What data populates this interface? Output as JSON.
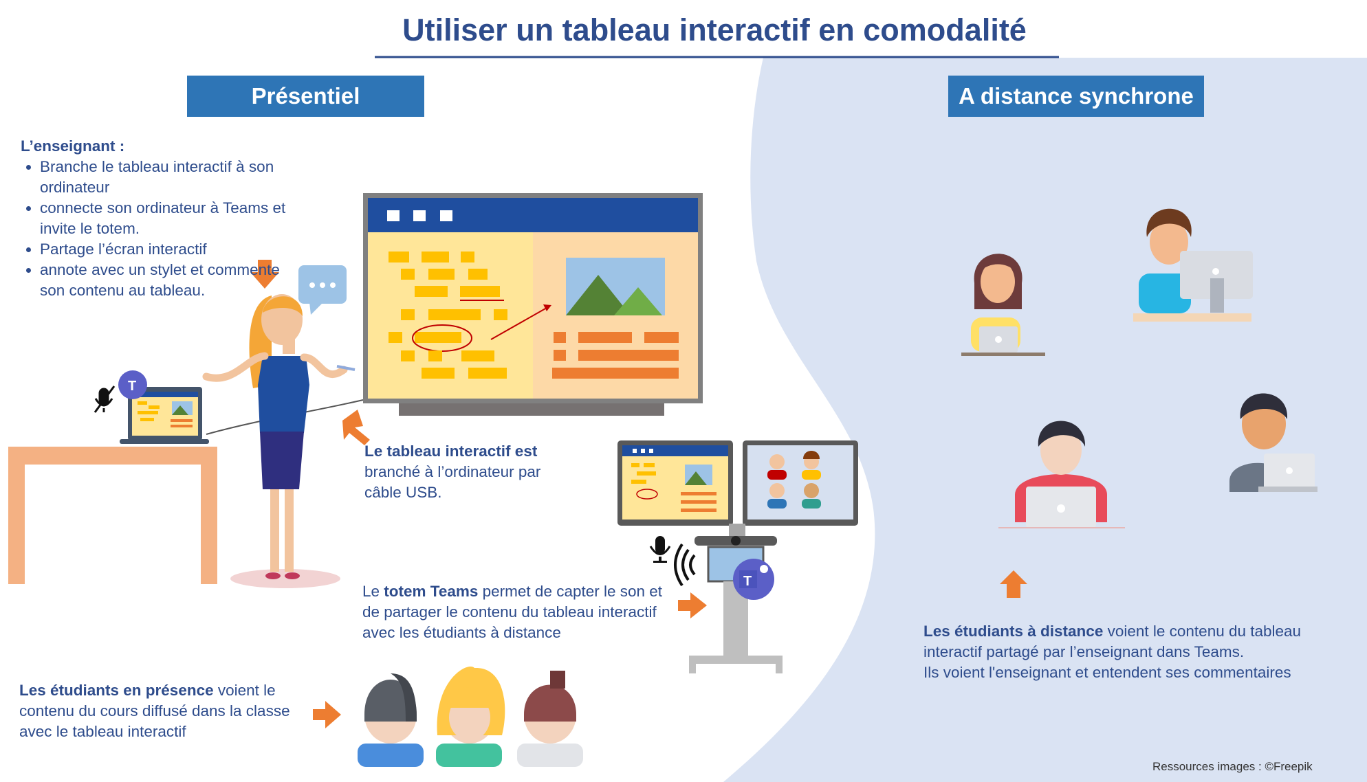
{
  "title": "Utiliser un tableau interactif en comodalité",
  "left_header": "Présentiel",
  "right_header": "A distance synchrone",
  "teacher": {
    "heading": "L’enseignant :",
    "items": [
      "Branche le tableau interactif à son ordinateur",
      "connecte son ordinateur à Teams et invite le totem.",
      "Partage l’écran interactif",
      "annote avec un stylet et commente son contenu au tableau."
    ]
  },
  "board_note": {
    "bold": "Le tableau interactif est",
    "rest": "branché à l’ordinateur par câble USB."
  },
  "totem_note": {
    "pre": "Le ",
    "bold": "totem Teams",
    "rest": " permet de capter le son et de partager le contenu du tableau interactif avec les étudiants à distance"
  },
  "students_present": {
    "bold": "Les étudiants en présence",
    "rest": " voient le contenu du cours diffusé dans la classe avec le tableau interactif"
  },
  "students_remote": {
    "bold": "Les étudiants à distance",
    "rest": " voient le contenu du tableau interactif partagé par l’enseignant dans Teams.",
    "line2": "Ils voient l'enseignant et entendent ses commentaires"
  },
  "credit": "Ressources images : ©Freepik",
  "colors": {
    "navy": "#2E4C8C",
    "blue": "#2E75B6",
    "orange": "#ED7D31",
    "right_bg": "#DAE3F3",
    "board_blue": "#1F4E9F"
  }
}
